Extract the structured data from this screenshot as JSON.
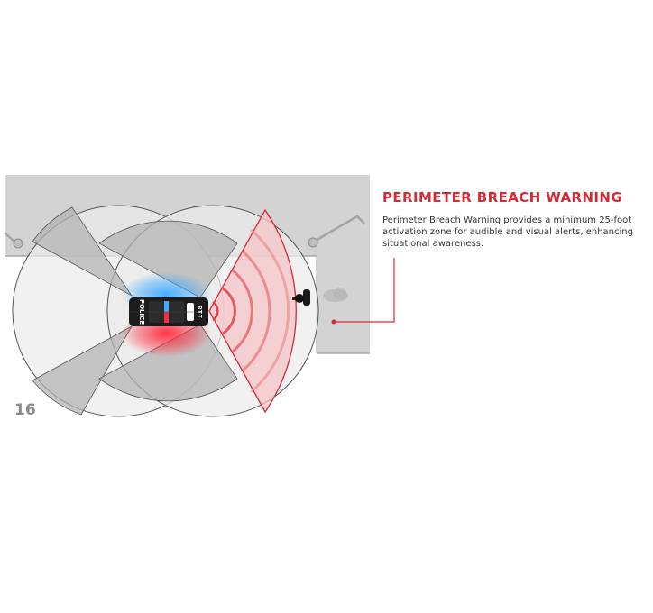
{
  "colors": {
    "accent": "#d62a35",
    "panel": "#d0d0d0",
    "sector": "#bdbdbd",
    "circle": "#ececec",
    "page_number": "#8a8a8a",
    "text": "#333333"
  },
  "icons": [
    "police-car-icon",
    "pedestrian-icon",
    "gate-arm-icon",
    "leader-line-icon"
  ],
  "title": "PERIMETER BREACH WARNING",
  "body": "Perimeter Breach Warning provides a minimum 25-foot activation zone for audible and visual alerts, enhancing situational awareness.",
  "page_number": "16",
  "car": {
    "door_text": "POLICE",
    "roof_number": "118"
  }
}
